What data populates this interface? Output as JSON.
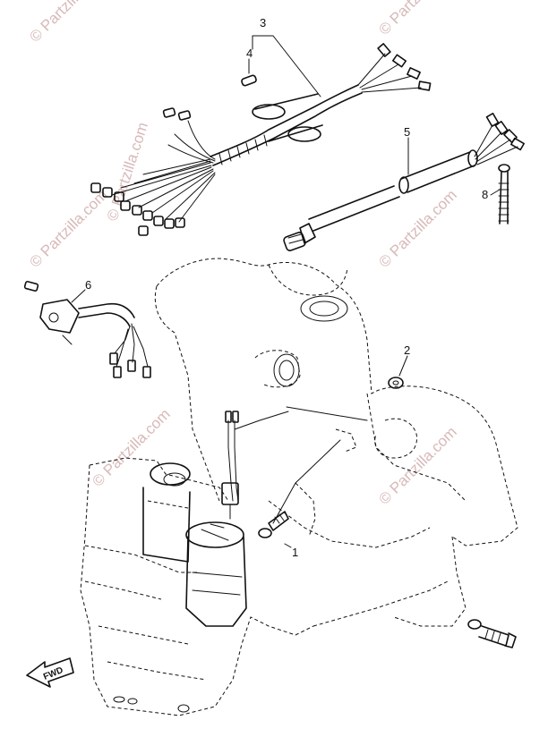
{
  "watermark": "© Partzilla.com",
  "fwd_label": "FWD",
  "callouts": {
    "c1": "1",
    "c2": "2",
    "c3": "3",
    "c4": "4",
    "c5": "5",
    "c6": "6",
    "c8": "8"
  }
}
